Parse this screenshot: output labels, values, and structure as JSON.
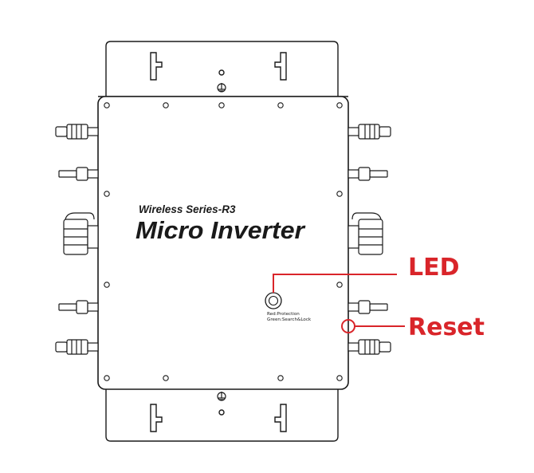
{
  "labels": {
    "series": "Wireless Series-R3",
    "product": "Micro Inverter",
    "led_legend_line1": "Red:Protection",
    "led_legend_line2": "Green:Search&Lock"
  },
  "callouts": {
    "led": "LED",
    "reset": "Reset"
  },
  "colors": {
    "outline": "#1a1a1a",
    "callout": "#d9252a"
  },
  "icons": {
    "ground_top": "ground-symbol-icon",
    "ground_bottom": "ground-symbol-icon"
  }
}
